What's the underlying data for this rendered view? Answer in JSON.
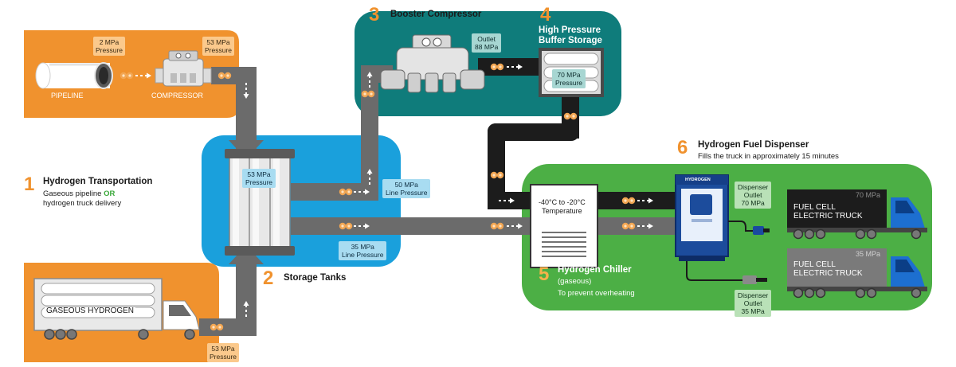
{
  "colors": {
    "orange": "#f0922e",
    "blue": "#1aa0dc",
    "teal": "#0f7c7b",
    "green": "#4caf45",
    "pipe": "#6b6b6b",
    "dark_pipe": "#1c1c1c",
    "flow_dot": "#f2a653"
  },
  "steps": [
    {
      "number": "1",
      "title": "Hydrogen Transportation",
      "line1": "Gaseous pipeline",
      "or_word": "OR",
      "line2": "hydrogen truck delivery"
    },
    {
      "number": "2",
      "title": "Storage Tanks"
    },
    {
      "number": "3",
      "title": "Booster Compressor"
    },
    {
      "number": "4",
      "title_line1": "High Pressure",
      "title_line2": "Buffer Storage"
    },
    {
      "number": "5",
      "title": "Hydrogen Chiller",
      "subtitle": "(gaseous)",
      "note": "To prevent overheating"
    },
    {
      "number": "6",
      "title": "Hydrogen Fuel Dispenser",
      "note": "Fills the truck in approximately 15 minutes"
    }
  ],
  "labels": {
    "pipeline": "PIPELINE",
    "compressor": "COMPRESSOR",
    "tube_trailer": "GASEOUS HYDROGEN",
    "dispenser_brand": "HYDROGEN"
  },
  "tags": {
    "pipeline_pressure": {
      "l1": "2 MPa",
      "l2": "Pressure"
    },
    "compressor_out": {
      "l1": "53 MPa",
      "l2": "Pressure"
    },
    "delivery_truck": {
      "l1": "53 MPa",
      "l2": "Pressure"
    },
    "storage": {
      "l1": "53 MPa",
      "l2": "Pressure"
    },
    "line_50": {
      "l1": "50 MPa",
      "l2": "Line Pressure"
    },
    "line_35": {
      "l1": "35 MPa",
      "l2": "Line Pressure"
    },
    "booster_outlet": {
      "l1": "Outlet",
      "l2": "88 MPa"
    },
    "buffer": {
      "l1": "70 MPa",
      "l2": "Pressure"
    },
    "chiller_temp": {
      "l1": "-40°C to -20°C",
      "l2": "Temperature"
    },
    "dispenser_70": {
      "l1": "Dispenser",
      "l2": "Outlet",
      "l3": "70 MPa"
    },
    "dispenser_35": {
      "l1": "Dispenser",
      "l2": "Outlet",
      "l3": "35 MPa"
    }
  },
  "trucks": [
    {
      "l1": "FUEL CELL",
      "l2": "ELECTRIC TRUCK",
      "pressure": "70 MPa"
    },
    {
      "l1": "FUEL CELL",
      "l2": "ELECTRIC TRUCK",
      "pressure": "35 MPa"
    }
  ]
}
